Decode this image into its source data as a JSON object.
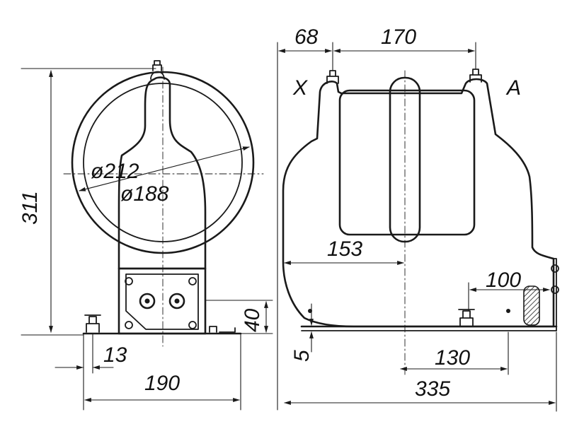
{
  "dimensions": {
    "front_height": "311",
    "diameter_outer": "ø212",
    "diameter_inner": "ø188",
    "base_width": "190",
    "base_offset": "13",
    "base_height": "40",
    "side_offset_x": "68",
    "terminal_spacing": "170",
    "core_depth": "153",
    "mount_offset": "100",
    "base_thickness": "5",
    "mount_spacing": "130",
    "overall_length": "335"
  },
  "terminal_labels": {
    "x": "X",
    "a": "A"
  },
  "colors": {
    "ink": "#1a1a1a",
    "paper": "#ffffff"
  }
}
